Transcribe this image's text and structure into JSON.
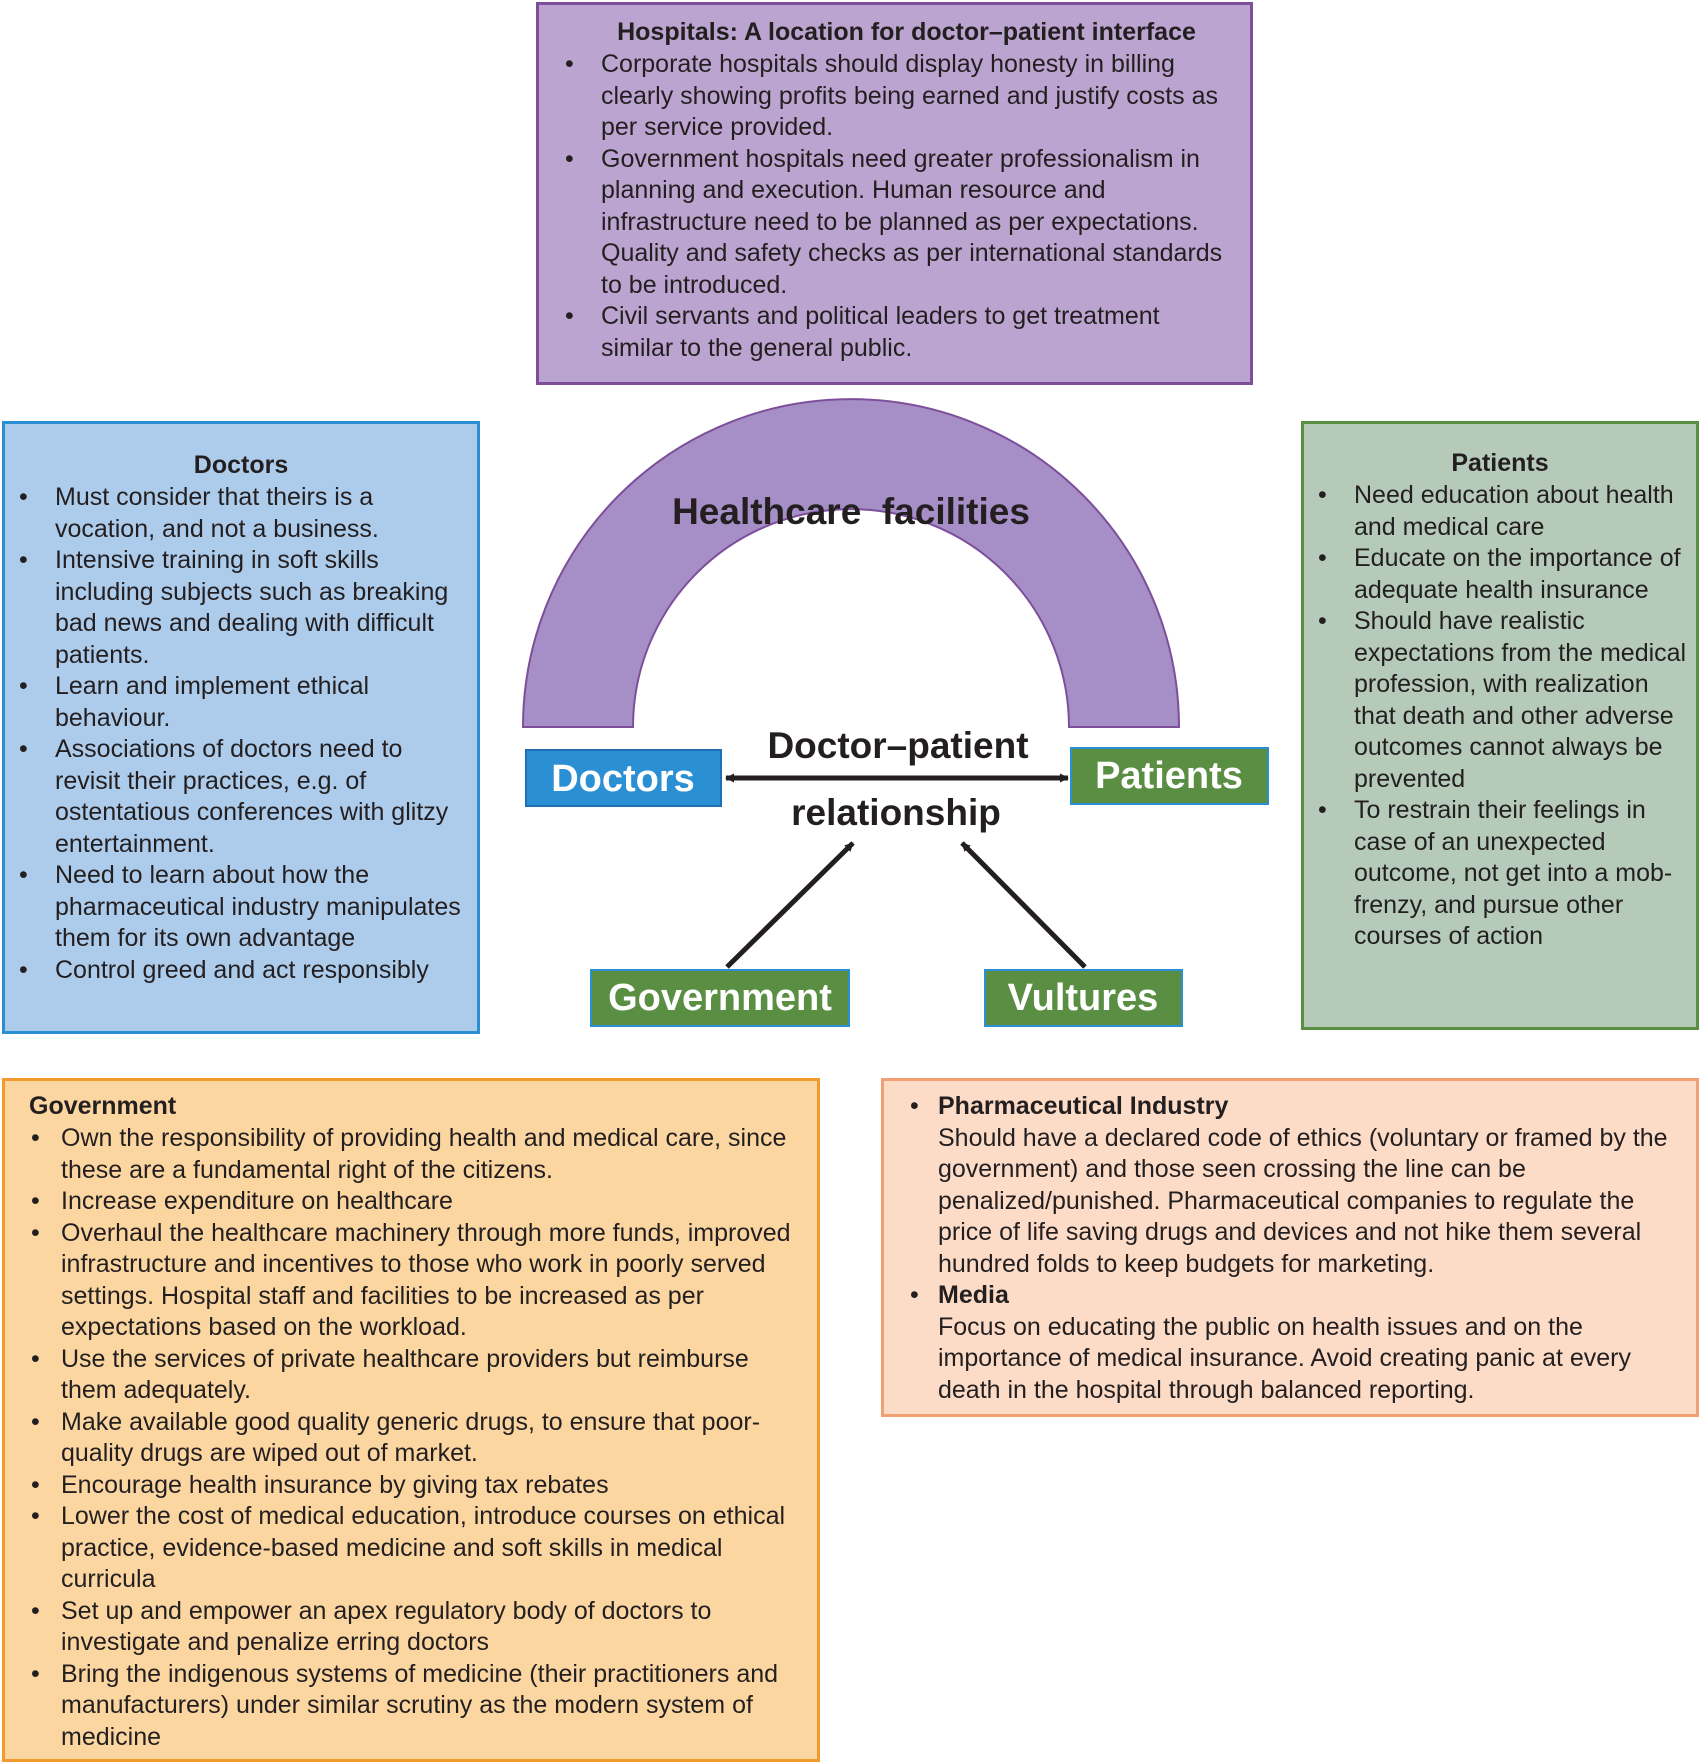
{
  "hospitals": {
    "title": "Hospitals: A location for doctor–patient interface",
    "items": [
      "Corporate hospitals should display honesty in billing clearly showing profits being earned and justify costs as per service provided.",
      "Government hospitals need greater professionalism in planning and execution. Human resource and infrastructure need to be planned as per expectations. Quality and safety checks as per international standards to be introduced.",
      "Civil servants and political leaders to get treatment similar to the general public."
    ]
  },
  "doctors": {
    "title": "Doctors",
    "items": [
      "Must consider that theirs is a vocation, and not a business.",
      "Intensive training in soft skills including subjects such as breaking bad news and dealing with difficult patients.",
      "Learn and implement ethical behaviour.",
      "Associations of doctors need to revisit their practices, e.g. of ostentatious conferences with glitzy entertainment.",
      "Need to learn about how the pharmaceutical industry manipulates them for its own advantage",
      "Control greed and act responsibly"
    ]
  },
  "patients": {
    "title": "Patients",
    "items": [
      "Need education about health and medical care",
      "Educate on the importance of adequate health insurance",
      "Should have realistic expectations from the medical profession, with realization that death and other adverse outcomes cannot always be prevented",
      "To restrain their feelings in case of an unexpected outcome, not get into a mob-frenzy, and pursue other courses of action"
    ]
  },
  "government": {
    "title": "Government",
    "items": [
      "Own the responsibility of providing health and medical care, since these are a fundamental right of the citizens.",
      "Increase expenditure on healthcare",
      "Overhaul the healthcare machinery through more funds, improved infrastructure and incentives to those who work in poorly served settings. Hospital staff and facilities to be increased as per expectations based on the workload.",
      "Use the services of private healthcare providers but reimburse them adequately.",
      "Make available good quality generic drugs, to ensure that poor-quality drugs are wiped out of market.",
      "Encourage health insurance by giving tax rebates",
      "Lower the cost of medical education, introduce courses on ethical practice, evidence-based medicine and soft skills in medical curricula",
      "Set up and empower an apex regulatory body of doctors to investigate and penalize erring doctors",
      "Bring the indigenous systems of medicine (their practitioners and manufacturers) under similar scrutiny as the modern system of medicine"
    ]
  },
  "pharma": {
    "title": "Pharmaceutical Industry",
    "text": "Should have a declared code of ethics (voluntary or framed by the government) and those seen crossing the line can be penalized/punished. Pharmaceutical companies to regulate the price of life saving drugs and devices and not hike them several hundred folds to keep budgets for marketing."
  },
  "media": {
    "title": "Media",
    "text": "Focus on educating the public on health issues and on the importance of medical insurance. Avoid creating panic at every death in the hospital through balanced reporting."
  },
  "center": {
    "arch_label": "Healthcare  facilities",
    "relationship_line1": "Doctor–patient",
    "relationship_line2": "relationship",
    "node_doctors": "Doctors",
    "node_patients": "Patients",
    "node_government": "Government",
    "node_vultures": "Vultures"
  },
  "colors": {
    "arch_fill": "#a68fc6",
    "arch_stroke": "#7d4f9b",
    "doctors_node": "#2b8fd3",
    "green_node": "#5a8e43"
  }
}
